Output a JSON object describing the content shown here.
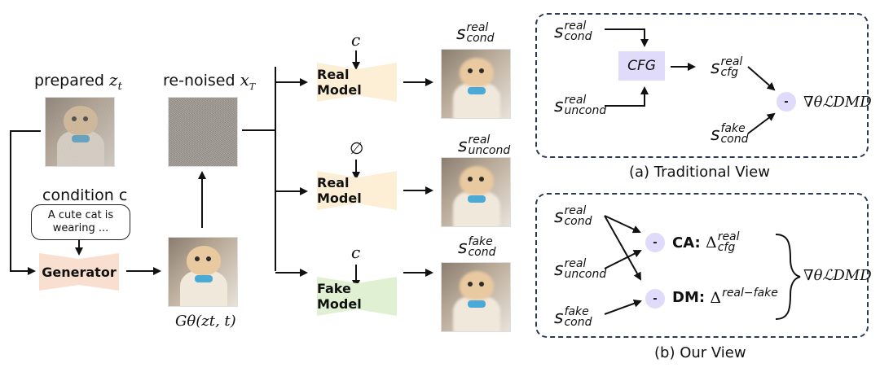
{
  "figure": {
    "left_pipeline": {
      "prepared_label": "prepared ",
      "prepared_var": "z",
      "prepared_sub": "t",
      "renoised_label": "re-noised ",
      "renoised_var": "x",
      "renoised_sub": "T",
      "condition_label": "condition c",
      "condition_text": "A cute cat is wearing ...",
      "generator_label": "Generator",
      "generator_output": "Gθ(zt, t)",
      "colors": {
        "generator_fill": "#f8dfd0",
        "real_model_fill": "#fcefd6",
        "fake_model_fill": "#dff1d2",
        "accent_fill": "#e0dbfa",
        "panel_border": "#2f3a52"
      }
    },
    "models": [
      {
        "input_symbol": "c",
        "label": "Real Model",
        "output_base": "s",
        "output_sup": "real",
        "output_sub": "cond",
        "kind": "real"
      },
      {
        "input_symbol": "∅",
        "label": "Real Model",
        "output_base": "s",
        "output_sup": "real",
        "output_sub": "uncond",
        "kind": "real"
      },
      {
        "input_symbol": "c",
        "label": "Fake Model",
        "output_base": "s",
        "output_sup": "fake",
        "output_sub": "cond",
        "kind": "fake"
      }
    ],
    "traditional_view": {
      "caption": "(a) Traditional View",
      "inputs": [
        {
          "base": "s",
          "sup": "real",
          "sub": "cond"
        },
        {
          "base": "s",
          "sup": "real",
          "sub": "uncond"
        },
        {
          "base": "s",
          "sup": "fake",
          "sub": "cond"
        }
      ],
      "cfg_label": "CFG",
      "cfg_output": {
        "base": "s",
        "sup": "real",
        "sub": "cfg"
      },
      "minus_label": "-",
      "result": "∇θℒDMD"
    },
    "our_view": {
      "caption": "(b) Our View",
      "inputs": [
        {
          "base": "s",
          "sup": "real",
          "sub": "cond"
        },
        {
          "base": "s",
          "sup": "real",
          "sub": "uncond"
        },
        {
          "base": "s",
          "sup": "fake",
          "sub": "cond"
        }
      ],
      "ca_prefix": "CA: ",
      "ca_base": "Δ",
      "ca_sup": "real",
      "ca_sub": "cfg",
      "dm_prefix": "DM: ",
      "dm_base": "Δ",
      "dm_sup": "real−fake",
      "minus_label": "-",
      "result": "∇θℒDMD"
    }
  }
}
